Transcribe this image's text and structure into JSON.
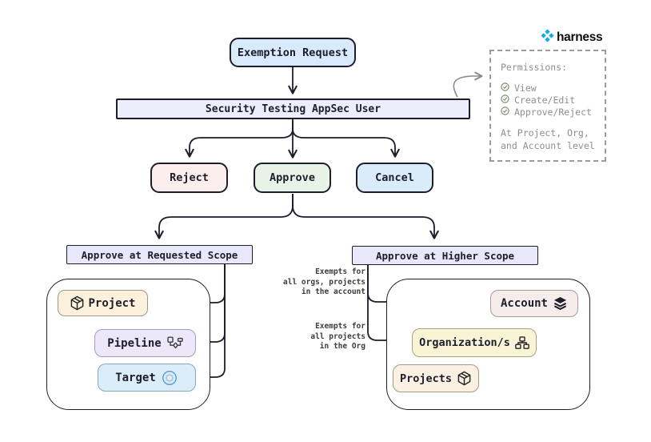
{
  "logo": {
    "text": "harness"
  },
  "nodes": {
    "exemption": "Exemption Request",
    "appsec": "Security Testing AppSec User",
    "reject": "Reject",
    "approve": "Approve",
    "cancel": "Cancel",
    "requested_scope": "Approve at Requested Scope",
    "higher_scope": "Approve at Higher Scope",
    "project": "Project",
    "pipeline": "Pipeline",
    "target": "Target",
    "account": "Account",
    "organizations": "Organization/s",
    "projects": "Projects"
  },
  "permissions": {
    "title": "Permissions:",
    "items": [
      "View",
      "Create/Edit",
      "Approve/Reject"
    ],
    "footer": "At Project, Org,\nand Account level"
  },
  "annotations": {
    "account_note": "Exempts for\nall orgs, projects\nin the account",
    "org_note": "Exempts for\nall projects\nin the Org"
  },
  "colors": {
    "edge_black": "#1d1d2b",
    "edge_gray": "#8a8a8a",
    "exemption_fill": "#d8eafb",
    "appsec_fill": "#ededfb",
    "reject_fill": "#fceeec",
    "approve_fill": "#e7f3e7",
    "cancel_fill": "#daecf9",
    "scope_fill": "#e9e7fa",
    "project_fill": "#fbf1dc",
    "pipeline_fill": "#ece8f9",
    "target_fill": "#dcedfa",
    "account_fill": "#f5eceb",
    "organization_fill": "#faf4d7",
    "projects_fill": "#fbf1e2",
    "harness_blue": "#0aaeec",
    "check_green": "#7e8c77",
    "permissions_gray": "#8e8e8e"
  }
}
